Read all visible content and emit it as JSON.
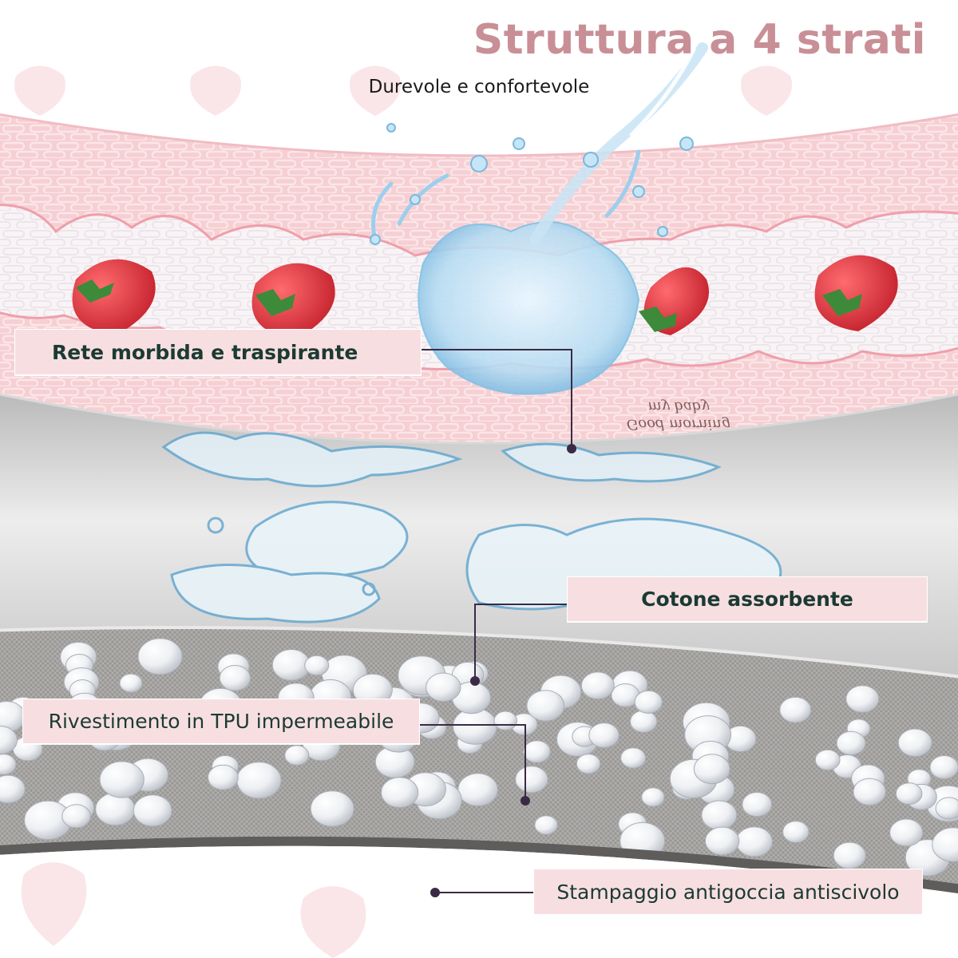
{
  "header": {
    "title": "Struttura a 4 strati",
    "subtitle": "Durevole e confortevole"
  },
  "layers": [
    {
      "label": "Rete morbida e traspirante"
    },
    {
      "label": "Cotone assorbente"
    },
    {
      "label": "Rivestimento in TPU impermeabile"
    },
    {
      "label": "Stampaggio antigoccia antiscivolo"
    }
  ],
  "print_text": {
    "line1": "Good morning",
    "line2": "my baby"
  },
  "colors": {
    "title": "#c98f96",
    "pink_layer": "#f6cfd3",
    "label_bg": "#f7dfe1",
    "label_text": "#1b3a33",
    "leader": "#3b2a45",
    "strawberry": "#d9353f"
  }
}
